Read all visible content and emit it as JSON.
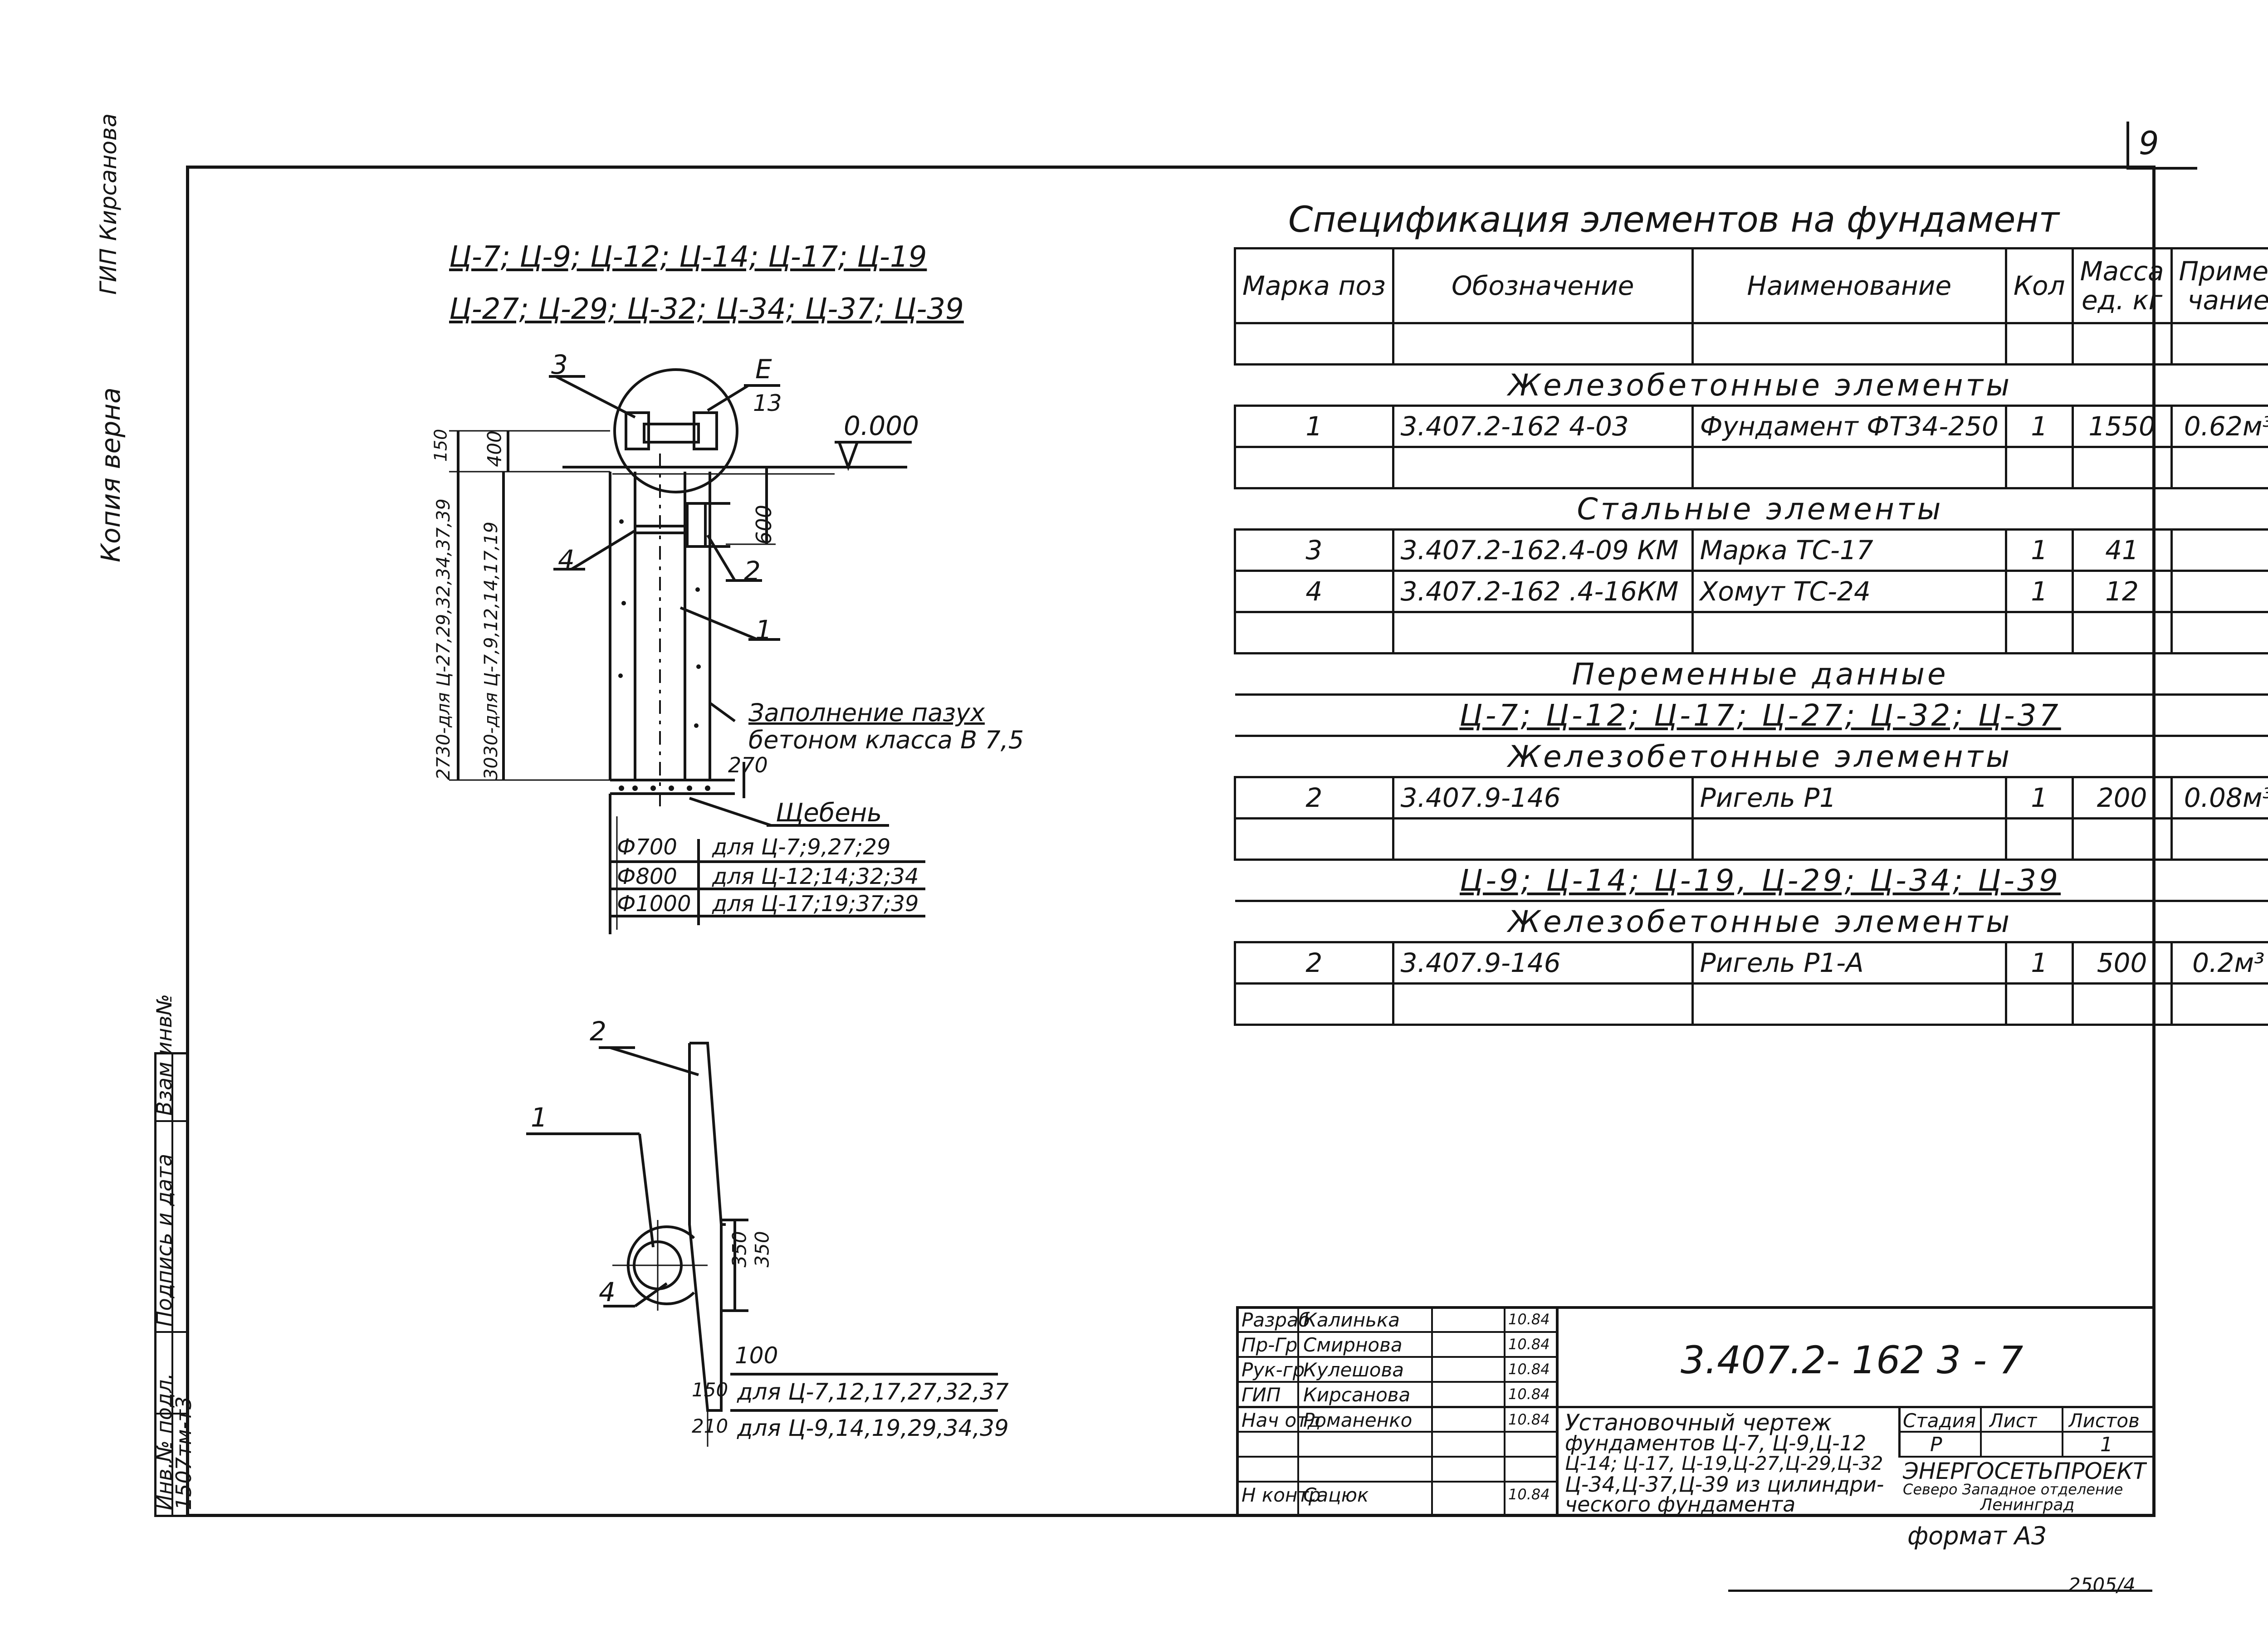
{
  "page": {
    "number": "9",
    "copy_note": "Копия верна",
    "copy_note_name": "ГИП Кирсанова",
    "doc_inv": "2505/4",
    "format": "формат А3"
  },
  "drawing": {
    "headline_1": "Ц-7; Ц-9; Ц-12; Ц-14; Ц-17; Ц-19",
    "headline_2": "Ц-27; Ц-29; Ц-32; Ц-34; Ц-37; Ц-39",
    "callout_3": "3",
    "callout_e": "Е",
    "callout_13": "13",
    "level": "0.000",
    "dim_600": "600",
    "dim_400": "400",
    "dim_150": "150",
    "dim_270": "270",
    "dim_left_1": "2730-для Ц-27,29,32,34,37,39",
    "dim_left_2": "3030-для Ц-7,9,12,14,17,19",
    "callout_4": "4",
    "callout_2": "2",
    "callout_1": "1",
    "fill_note_1": "Заполнение пазух",
    "fill_note_2": "бетоном класса В 7,5",
    "gravel": "Щебень",
    "dia_rows": [
      {
        "d": "Ф700",
        "for": "для Ц-7;9,27;29"
      },
      {
        "d": "Ф800",
        "for": "для Ц-12;14;32;34"
      },
      {
        "d": "Ф1000",
        "for": "для Ц-17;19;37;39"
      }
    ],
    "plan_callout_2": "2",
    "plan_callout_1": "1",
    "plan_callout_4": "4",
    "plan_dim_350a": "350",
    "plan_dim_350b": "350",
    "plan_dim_100": "100",
    "plan_dim_150": "150",
    "plan_dim_210": "210",
    "plan_note_1": "для Ц-7,12,17,27,32,37",
    "plan_note_2": "для Ц-9,14,19,29,34,39"
  },
  "spec": {
    "title": "Спецификация элементов на фундамент",
    "headers": {
      "mark": "Марка поз",
      "designation": "Обозначение",
      "name": "Наименование",
      "qty": "Кол",
      "mass": "Масса ед. кг",
      "note": "Приме- чание"
    },
    "sections": {
      "rc1": "Железобетонные элементы",
      "steel": "Стальные элементы",
      "variable": "Переменные данные",
      "group1": "Ц-7; Ц-12; Ц-17; Ц-27; Ц-32; Ц-37",
      "rc2": "Железобетонные элементы",
      "group2": "Ц-9; Ц-14; Ц-19, Ц-29; Ц-34; Ц-39",
      "rc3": "Железобетонные элементы"
    },
    "rows": [
      {
        "mark": "1",
        "designation": "3.407.2-162 4-03",
        "name": "Фундамент ФТ34-250",
        "qty": "1",
        "mass": "1550",
        "note": "0.62м³"
      },
      {
        "mark": "3",
        "designation": "3.407.2-162.4-09 КМ",
        "name": "Марка ТС-17",
        "qty": "1",
        "mass": "41",
        "note": ""
      },
      {
        "mark": "4",
        "designation": "3.407.2-162 .4-16КМ",
        "name": "Хомут ТС-24",
        "qty": "1",
        "mass": "12",
        "note": ""
      },
      {
        "mark": "2",
        "designation": "3.407.9-146",
        "name": "Ригель Р1",
        "qty": "1",
        "mass": "200",
        "note": "0.08м³"
      },
      {
        "mark": "2",
        "designation": "3.407.9-146",
        "name": "Ригель Р1-А",
        "qty": "1",
        "mass": "500",
        "note": "0.2м³"
      }
    ]
  },
  "titleblock": {
    "roles": [
      {
        "role": "Разраб",
        "name": "Калинька",
        "date": "10.84"
      },
      {
        "role": "Пр-Гр",
        "name": "Смирнова",
        "date": "10.84"
      },
      {
        "role": "Рук-гр",
        "name": "Кулешова",
        "date": "10.84"
      },
      {
        "role": "ГИП",
        "name": "Кирсанова",
        "date": "10.84"
      },
      {
        "role": "Нач отд",
        "name": "Романенко",
        "date": "10.84"
      },
      {
        "role": "Н контр",
        "name": "Сацюк",
        "date": "10.84"
      }
    ],
    "code": "3.407.2- 162   3 - 7",
    "desc_1": "Установочный чертеж",
    "desc_2": "фундаментов Ц-7, Ц-9,Ц-12",
    "desc_3": "Ц-14; Ц-17, Ц-19,Ц-27,Ц-29,Ц-32",
    "desc_4": "Ц-34,Ц-37,Ц-39 из цилиндри-",
    "desc_5": "ческого фундамента",
    "stage_h": "Стадия",
    "sheet_h": "Лист",
    "sheets_h": "Листов",
    "stage": "Р",
    "sheets": "1",
    "org_1": "ЭНЕРГОСЕТЬПРОЕКТ",
    "org_2": "Северо Западное отделение",
    "org_3": "Ленинград"
  },
  "strip": {
    "inv": "Инв.№ подл.",
    "sign": "Подпись и дата",
    "replace": "Взам инв№",
    "inv_val": "1507тм-т3"
  }
}
